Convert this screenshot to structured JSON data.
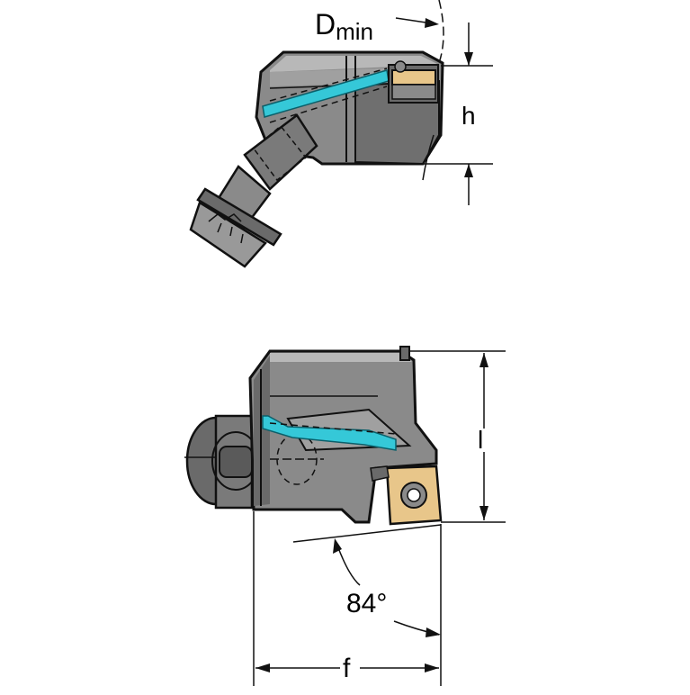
{
  "labels": {
    "d_min": "D",
    "d_min_sub": "min",
    "h": "h",
    "l": "l",
    "angle": "84°",
    "f": "f"
  },
  "colors": {
    "body_dark": "#5a5a5a",
    "body_mid": "#8a8a8a",
    "body_light": "#b8b8b8",
    "coolant": "#35c8d8",
    "insert": "#e8c68a",
    "outline": "#111111"
  }
}
